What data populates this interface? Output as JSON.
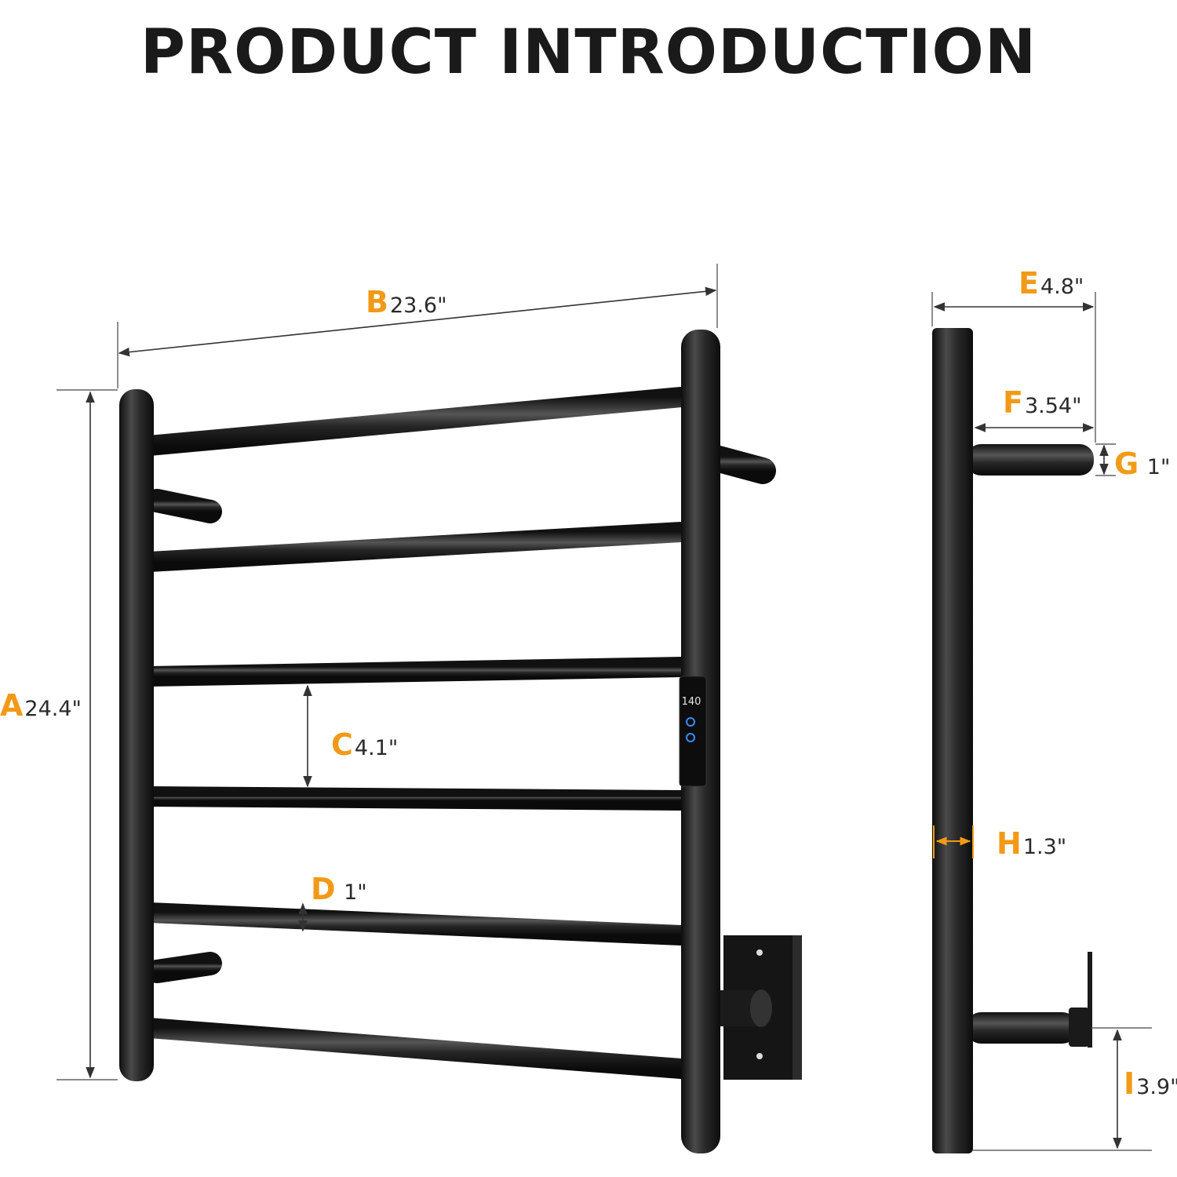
{
  "title": "PRODUCT INTRODUCTION",
  "colors": {
    "accent": "#f29a17",
    "rail": "#1f1f1f",
    "text": "#1a1a1a",
    "display_blue": "#3b8bff"
  },
  "dimensions": {
    "A": {
      "letter": "A",
      "value": "24.4\""
    },
    "B": {
      "letter": "B",
      "value": "23.6\""
    },
    "C": {
      "letter": "C",
      "value": "4.1\""
    },
    "D": {
      "letter": "D",
      "value": " 1\""
    },
    "E": {
      "letter": "E",
      "value": "4.8\""
    },
    "F": {
      "letter": "F",
      "value": "3.54\""
    },
    "G": {
      "letter": "G",
      "value": " 1\""
    },
    "H": {
      "letter": "H",
      "value": "1.3\""
    },
    "I": {
      "letter": "I",
      "value": "3.9\""
    }
  },
  "control_panel": {
    "temperature": "140",
    "buttons": [
      "temperature-button-icon",
      "power-button-icon"
    ]
  }
}
